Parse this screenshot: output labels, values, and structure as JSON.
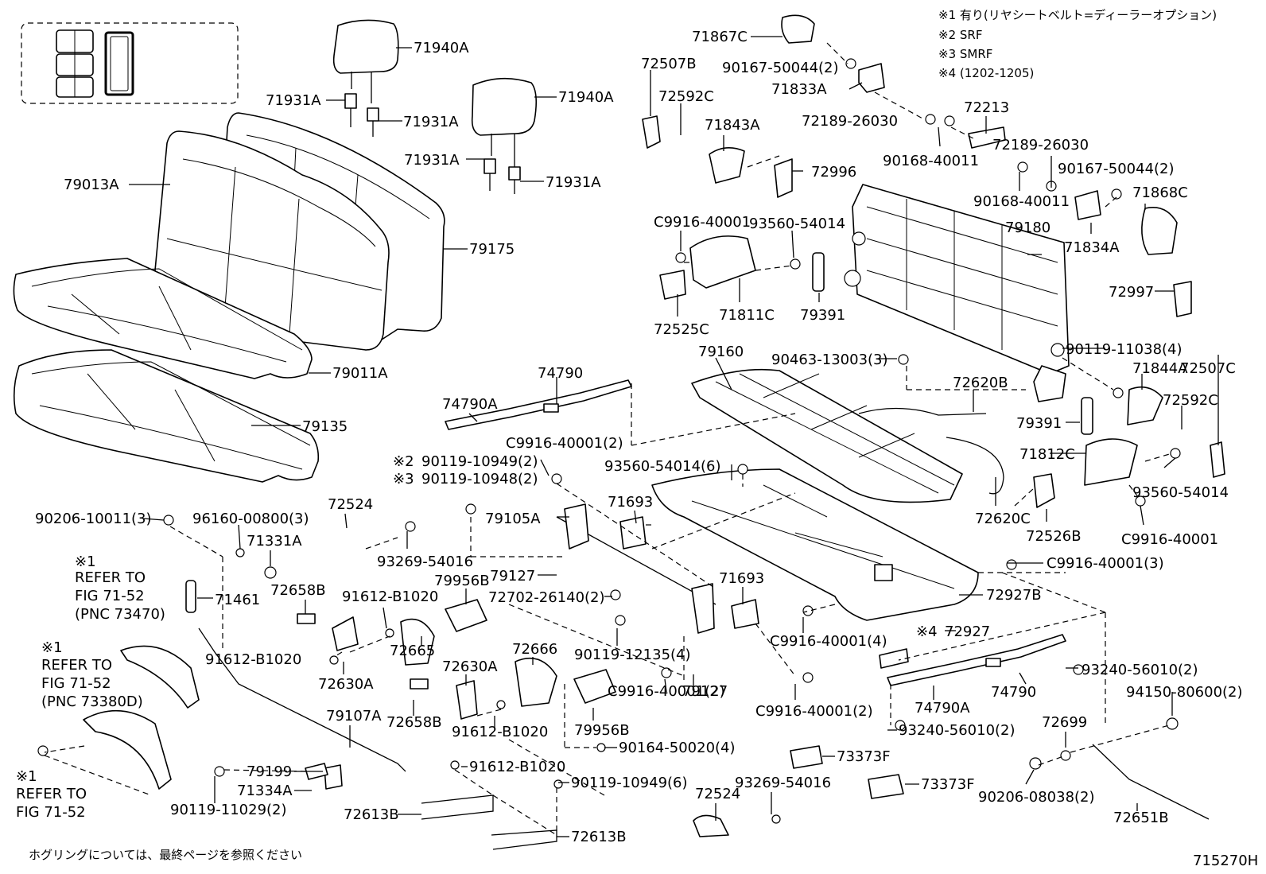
{
  "notes": [
    "※1 有り(リヤシートベルト=ディーラーオプション)",
    "※2 SRF",
    "※3 SMRF",
    "※4 (1202-1205)"
  ],
  "parts": {
    "p71940A_1": "71940A",
    "p71931A_1": "71931A",
    "p71931A_2": "71931A",
    "p71940A_2": "71940A",
    "p71931A_3": "71931A",
    "p71931A_4": "71931A",
    "p79013A": "79013A",
    "p79175": "79175",
    "p79011A": "79011A",
    "p79135": "79135",
    "p71867C": "71867C",
    "p90167_50044_a": "90167-50044(2)",
    "p72507B": "72507B",
    "p72592C_1": "72592C",
    "p71833A": "71833A",
    "p72213": "72213",
    "p72189_26030_a": "72189-26030",
    "p72189_26030_b": "72189-26030",
    "p90168_40011_a": "90168-40011",
    "p90168_40011_b": "90168-40011",
    "p71843A": "71843A",
    "p72996": "72996",
    "p90167_50044_b": "90167-50044(2)",
    "p71868C": "71868C",
    "p71834A": "71834A",
    "pC9916_40001_a": "C9916-40001",
    "p93560_54014_a": "93560-54014",
    "p79180": "79180",
    "p72525C": "72525C",
    "p71811C": "71811C",
    "p79391_a": "79391",
    "p72997": "72997",
    "p79160": "79160",
    "p90463_13003": "90463-13003(3)",
    "p90119_11038": "90119-11038(4)",
    "p71844A": "71844A",
    "p72507C": "72507C",
    "p72592C_2": "72592C",
    "p74790_a": "74790",
    "p74790A_a": "74790A",
    "pC9916_40001_b": "C9916-40001(2)",
    "p72620B": "72620B",
    "p79391_b": "79391",
    "p90119_10949_a": "90119-10949(2)",
    "p90119_10948": "90119-10948(2)",
    "p93560_54014_b": "93560-54014(6)",
    "p71812C": "71812C",
    "p93560_54014_c": "93560-54014",
    "p72620C": "72620C",
    "p72526B": "72526B",
    "pC9916_40001_c": "C9916-40001",
    "p72524_a": "72524",
    "p90206_10011": "90206-10011(3)",
    "p96160_00800": "96160-00800(3)",
    "p79105A": "79105A",
    "p71693_a": "71693",
    "p71331A": "71331A",
    "p93269_54016_a": "93269-54016",
    "pC9916_40001_d": "C9916-40001(3)",
    "p72658B_a": "72658B",
    "p71461": "71461",
    "p91612_B1020_a": "91612-B1020",
    "p79956B_a": "79956B",
    "p79127_a": "79127",
    "p72702_26140": "72702-26140(2)",
    "p71693_b": "71693",
    "p72927B": "72927B",
    "pC9916_40001_e": "C9916-40001(4)",
    "p72665": "72665",
    "p72630A_a": "72630A",
    "p72666": "72666",
    "p90119_12135": "90119-12135(4)",
    "p72927": "72927",
    "p93240_56010_a": "93240-56010(2)",
    "p91612_B1020_b": "91612-B1020",
    "p72630A_b": "72630A",
    "p79127_b": "79127",
    "pC9916_40001_f": "C9916-40001(2)",
    "pC9916_40001_g": "C9916-40001(2)",
    "p74790_b": "74790",
    "p94150_80600": "94150-80600(2)",
    "p79107A": "79107A",
    "p72658B_b": "72658B",
    "p79956B_b": "79956B",
    "p74790A_b": "74790A",
    "p93240_56010_b": "93240-56010(2)",
    "p72699": "72699",
    "p91612_B1020_c": "91612-B1020",
    "p90164_50020": "90164-50020(4)",
    "p73373F_a": "73373F",
    "p91612_B1020_d": "91612-B1020",
    "p79199": "79199",
    "p71334A": "71334A",
    "p90119_10949_b": "90119-10949(6)",
    "p93269_54016_b": "93269-54016",
    "p73373F_b": "73373F",
    "p90206_08038": "90206-08038(2)",
    "p90119_11029": "90119-11029(2)",
    "p72524_b": "72524",
    "p72613B_a": "72613B",
    "p72651B": "72651B",
    "p72613B_b": "72613B"
  },
  "refs": {
    "ref1_mark": "※1",
    "ref1_line1": "REFER TO",
    "ref1_line2": "FIG 71-52",
    "ref1_line3": "(PNC 73470)",
    "ref2_mark": "※1",
    "ref2_line1": "REFER TO",
    "ref2_line2": "FIG 71-52",
    "ref2_line3": "(PNC 73380D)",
    "ref3_mark": "※1",
    "ref3_line1": "REFER TO",
    "ref3_line2": "FIG 71-52"
  },
  "marks": {
    "m2": "※2",
    "m3": "※3",
    "m4": "※4"
  },
  "footer": {
    "note": "ホグリングについては、最終ページを参照ください",
    "figure_id": "715270H"
  }
}
